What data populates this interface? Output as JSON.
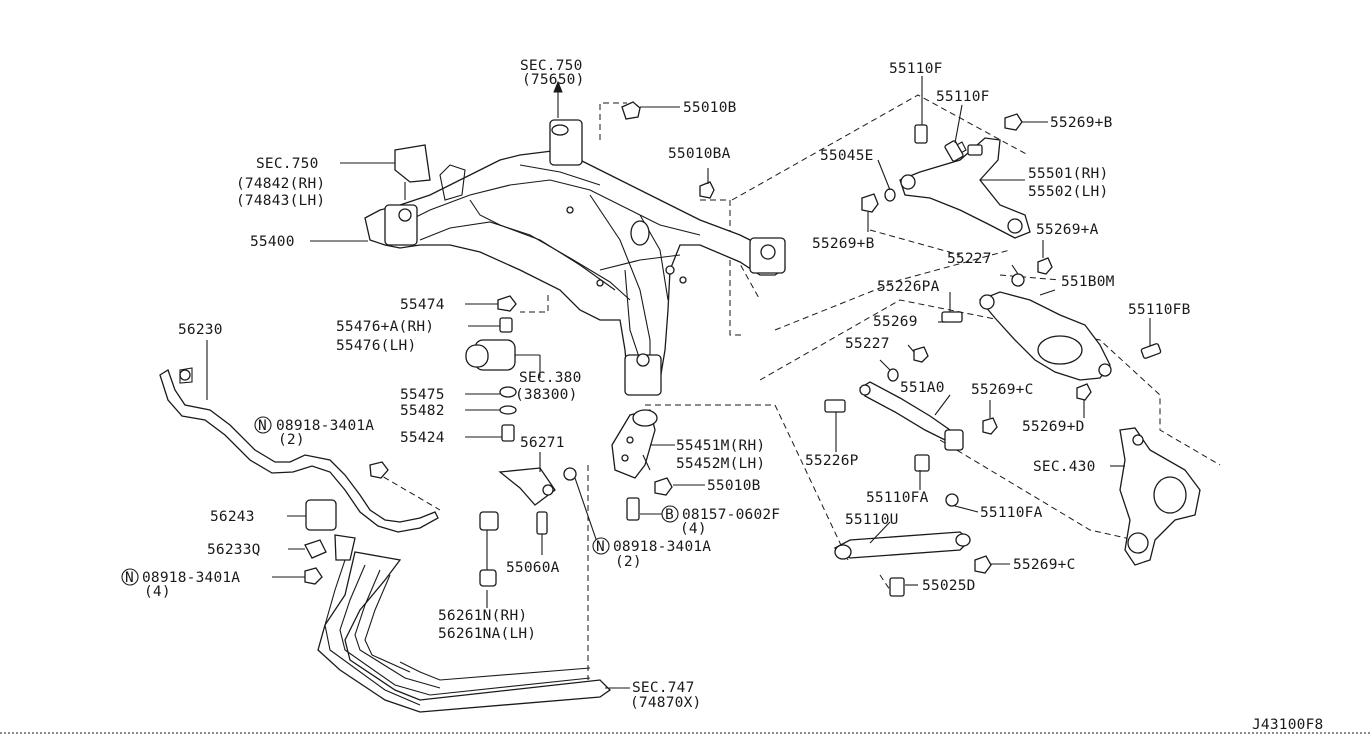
{
  "diagram_code": "J43100F8",
  "labels": {
    "sec750_top": "SEC.750",
    "sec750_top_sub": "(75650)",
    "p55010B_top": "55010B",
    "p55010BA": "55010BA",
    "sec750_left": "SEC.750",
    "p74842": "(74842(RH)",
    "p74843": "(74843(LH)",
    "p55400": "55400",
    "p55474": "55474",
    "p55476A": "55476+A(RH)",
    "p55476": "55476(LH)",
    "sec380": "SEC.380",
    "sec380_sub": "(38300)",
    "p55475": "55475",
    "p55482": "55482",
    "p55424": "55424",
    "p56230": "56230",
    "n08918_left": "08918-3401A",
    "n08918_left_qty": "(2)",
    "p56271": "56271",
    "p55451M": "55451M(RH)",
    "p55452M": "55452M(LH)",
    "p55010B_mid": "55010B",
    "b08157": "08157-0602F",
    "b08157_qty": "(4)",
    "n08918_mid": "08918-3401A",
    "n08918_mid_qty": "(2)",
    "p56243": "56243",
    "p56233Q": "56233Q",
    "n08918_bot": "08918-3401A",
    "n08918_bot_qty": "(4)",
    "p55060A": "55060A",
    "p56261N": "56261N(RH)",
    "p56261NA": "56261NA(LH)",
    "sec747": "SEC.747",
    "sec747_sub": "(74870X)",
    "p55110F_a": "55110F",
    "p55110F_b": "55110F",
    "p55269B_top": "55269+B",
    "p55045E": "55045E",
    "p55501": "55501(RH)",
    "p55502": "55502(LH)",
    "p55269B_mid": "55269+B",
    "p55269A": "55269+A",
    "p55227_a": "55227",
    "p551B0M": "551B0M",
    "p55226PA": "55226PA",
    "p55110FB": "55110FB",
    "p55269": "55269",
    "p55227_b": "55227",
    "p551A0": "551A0",
    "p55269C_a": "55269+C",
    "p55269D": "55269+D",
    "p55226P": "55226P",
    "sec430": "SEC.430",
    "p55110FA_a": "55110FA",
    "p55110U": "55110U",
    "p55110FA_b": "55110FA",
    "p55269C_b": "55269+C",
    "p55025D": "55025D"
  },
  "circle_marks": {
    "n": "N",
    "b": "B"
  }
}
